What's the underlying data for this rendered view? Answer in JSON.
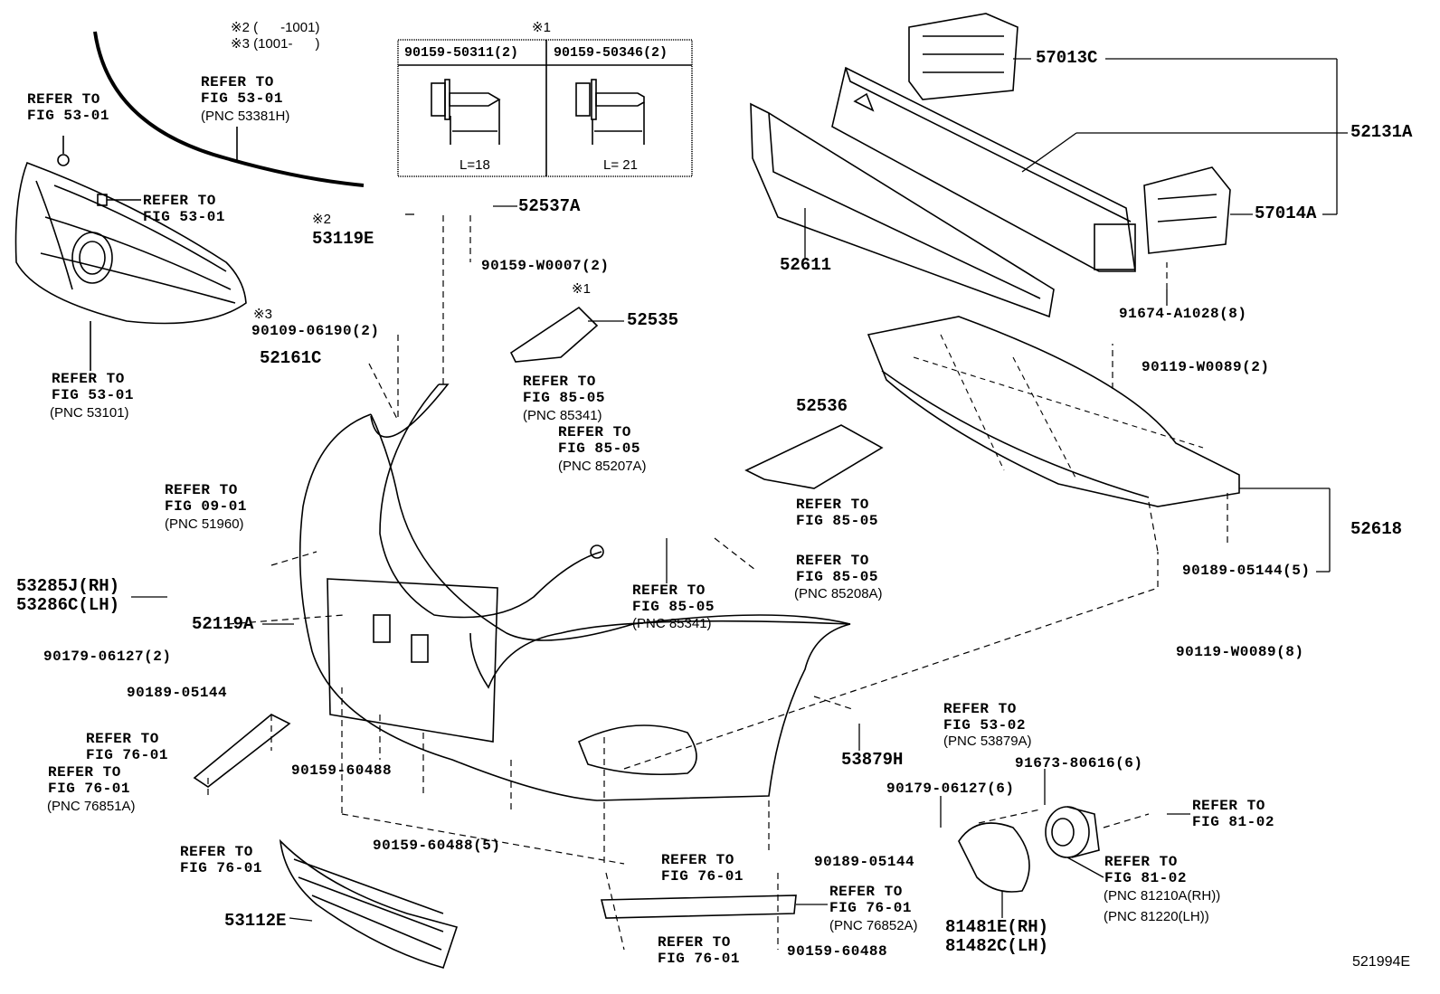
{
  "diagram_id": "521994E",
  "notes": {
    "note2_3": "※2 (      -1001)\n※3 (1001-      )",
    "box_mark": "※1"
  },
  "bolt_table": {
    "headers": [
      "90159-50311(2)",
      "90159-50346(2)"
    ],
    "lengths": [
      "L=18",
      "L= 21"
    ]
  },
  "refer_fig_53_01": "REFER TO\nFIG 53-01",
  "refer_fig_85_05": "REFER TO\nFIG 85-05",
  "refer_fig_09_01": "REFER TO\nFIG 09-01",
  "refer_fig_76_01": "REFER TO\nFIG 76-01",
  "refer_fig_53_02": "REFER TO\nFIG 53-02",
  "refer_fig_81_02": "REFER TO\nFIG 81-02",
  "pnc": {
    "p53381H": "(PNC 53381H)",
    "p53101": "(PNC 53101)",
    "p85341": "(PNC 85341)",
    "p85207A": "(PNC 85207A)",
    "p51960": "(PNC 51960)",
    "p85208A": "(PNC 85208A)",
    "p76851A": "(PNC 76851A)",
    "p53879A": "(PNC 53879A)",
    "p81210A": "(PNC 81210A(RH))",
    "p81220": "(PNC 81220(LH))",
    "p76852A": "(PNC 76852A)"
  },
  "marks": {
    "m1": "※1",
    "m2": "※2",
    "m3": "※3"
  },
  "parts": {
    "p53119E": "53119E",
    "p52537A": "52537A",
    "p90159W0007": "90159-W0007(2)",
    "p52535": "52535",
    "p9010906190": "90109-06190(2)",
    "p52161C": "52161C",
    "p52536": "52536",
    "p53285J": "53285J(RH)\n53286C(LH)",
    "p52119A": "52119A",
    "p9017906127_2": "90179-06127(2)",
    "p9018905144a": "90189-05144",
    "p9015960488a": "90159-60488",
    "p53879H": "53879H",
    "p9167380616": "91673-80616(6)",
    "p9017906127_6": "90179-06127(6)",
    "p9015960488_5": "90159-60488(5)",
    "p9018905144b": "90189-05144",
    "p53112E": "53112E",
    "p81481E": "81481E(RH)\n81482C(LH)",
    "p9015960488b": "90159-60488",
    "p57013C": "57013C",
    "p52131A": "52131A",
    "p57014A": "57014A",
    "p52611": "52611",
    "p91674A1028": "91674-A1028(8)",
    "p90119W0089_2": "90119-W0089(2)",
    "p52618": "52618",
    "p9018905144_5": "90189-05144(5)",
    "p90119W0089_8": "90119-W0089(8)"
  }
}
